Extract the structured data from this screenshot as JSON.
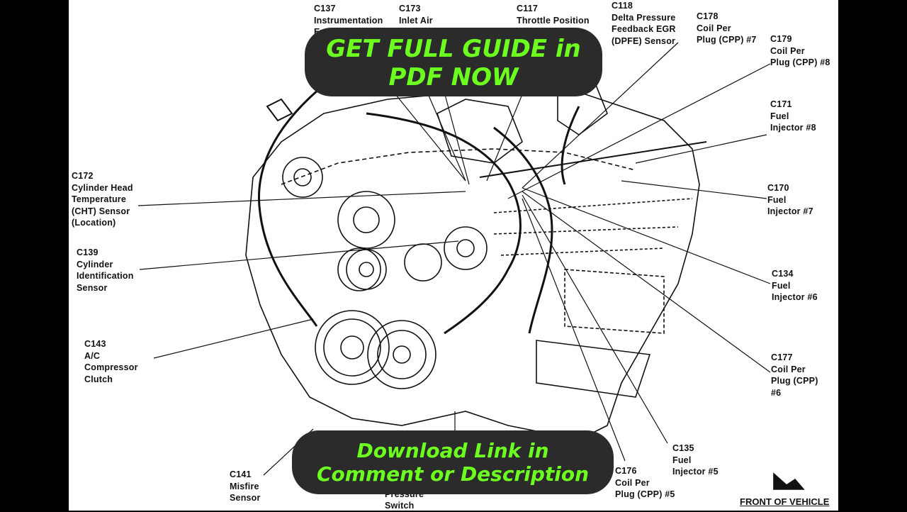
{
  "labels": [
    {
      "id": "c137",
      "text": "C137\nInstrumentation\nEngine Coolant"
    },
    {
      "id": "c173",
      "text": "C173\nInlet Air\nControl Sensor"
    },
    {
      "id": "c117",
      "text": "C117\nThrottle Position\n(TP) Sensor"
    },
    {
      "id": "c118",
      "text": "C118\nDelta Pressure\nFeedback EGR\n(DPFE) Sensor"
    },
    {
      "id": "c178",
      "text": "C178\nCoil Per\nPlug (CPP) #7"
    },
    {
      "id": "c179",
      "text": "C179\nCoil Per\nPlug (CPP) #8"
    },
    {
      "id": "c171",
      "text": "C171\nFuel\nInjector #8"
    },
    {
      "id": "c170",
      "text": "C170\nFuel\nInjector #7"
    },
    {
      "id": "c134",
      "text": "C134\nFuel\nInjector #6"
    },
    {
      "id": "c177",
      "text": "C177\nCoil Per\nPlug (CPP)\n#6"
    },
    {
      "id": "c135",
      "text": "C135\nFuel\nInjector #5"
    },
    {
      "id": "c176",
      "text": "C176\nCoil Per\nPlug (CPP) #5"
    },
    {
      "id": "oil",
      "text": "Engine Oil\nPressure\nSwitch"
    },
    {
      "id": "c141",
      "text": "C141\nMisfire\nSensor"
    },
    {
      "id": "c143",
      "text": "C143\nA/C\nCompressor\nClutch"
    },
    {
      "id": "c139",
      "text": "C139\nCylinder\nIdentification\nSensor"
    },
    {
      "id": "c172",
      "text": "C172\nCylinder Head\nTemperature\n(CHT) Sensor\n(Location)"
    }
  ],
  "banner_top": {
    "line1": "GET FULL GUIDE in",
    "line2": "PDF NOW"
  },
  "banner_bottom": {
    "line1": "Download Link in",
    "line2": "Comment or Description"
  },
  "front_of_vehicle": "FRONT OF VEHICLE",
  "colors": {
    "banner_bg": "#2b2b2b",
    "banner_text": "#6cff1f",
    "ink": "#111111"
  }
}
